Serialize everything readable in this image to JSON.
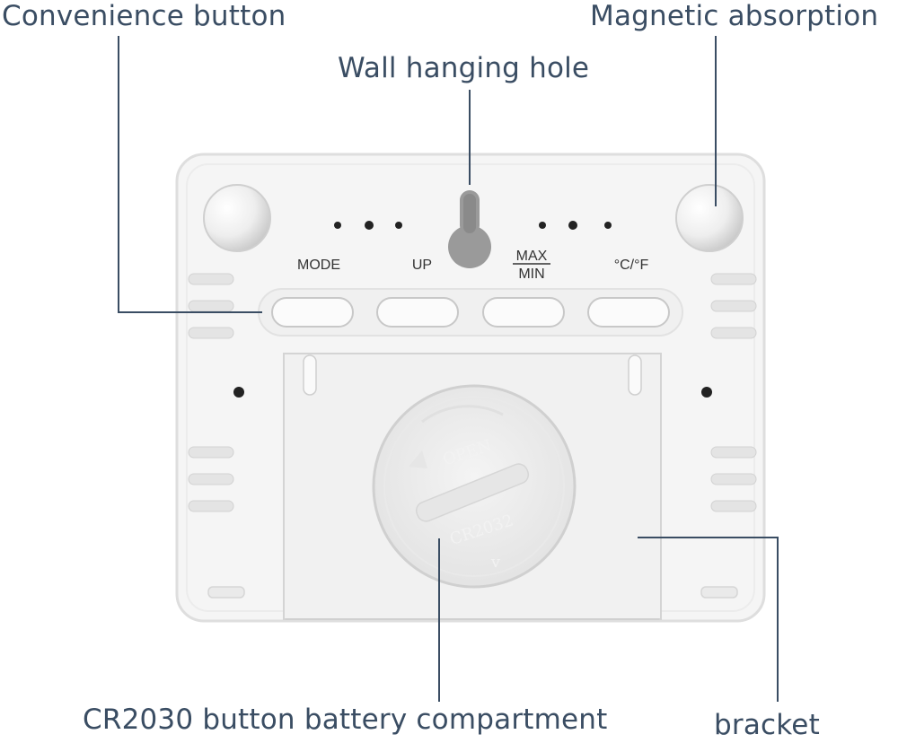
{
  "callouts": {
    "convenience_button": "Convenience button",
    "magnetic_absorption": "Magnetic absorption",
    "wall_hanging_hole": "Wall hanging hole",
    "battery_compartment": "CR2030 button battery compartment",
    "bracket": "bracket"
  },
  "buttons": {
    "mode": "MODE",
    "up": "UP",
    "max": "MAX",
    "min": "MIN",
    "unit": "°C/°F"
  },
  "battery_cover": {
    "open_text": "OPEN",
    "model_text": "CR2032",
    "arrow_glyph": "v"
  },
  "colors": {
    "leader_line": "#3a4d63",
    "device_body": "#f5f5f5",
    "device_edge": "#dedede"
  }
}
